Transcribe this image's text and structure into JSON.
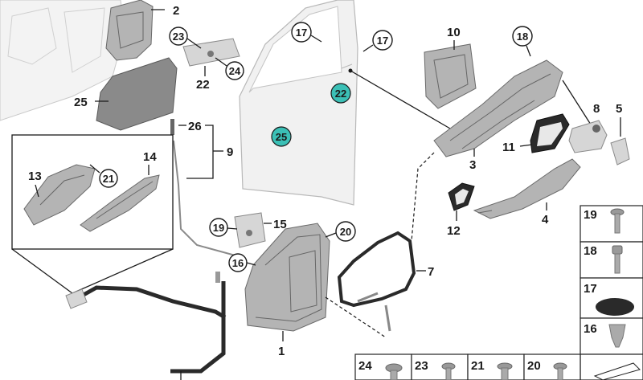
{
  "diagram": {
    "callouts": {
      "n1": "1",
      "n2": "2",
      "n3": "3",
      "n4": "4",
      "n5": "5",
      "n7": "7",
      "n8": "8",
      "n9": "9",
      "n10": "10",
      "n11": "11",
      "n12": "12",
      "n13": "13",
      "n14": "14",
      "n15": "15",
      "n16": "16",
      "n17a": "17",
      "n17b": "17",
      "n18": "18",
      "n19": "19",
      "n20": "20",
      "n21": "21",
      "n22": "22",
      "n22c": "22",
      "n23": "23",
      "n24": "24",
      "n25": "25",
      "n25c": "25",
      "n26": "26"
    },
    "legend_side": [
      "19",
      "18",
      "17",
      "16"
    ],
    "legend_bottom": [
      "24",
      "23",
      "21",
      "20"
    ]
  },
  "colors": {
    "highlight": "#3bc0b6",
    "part_gray": "#8a8a8a",
    "outline": "#1a1a1a"
  }
}
